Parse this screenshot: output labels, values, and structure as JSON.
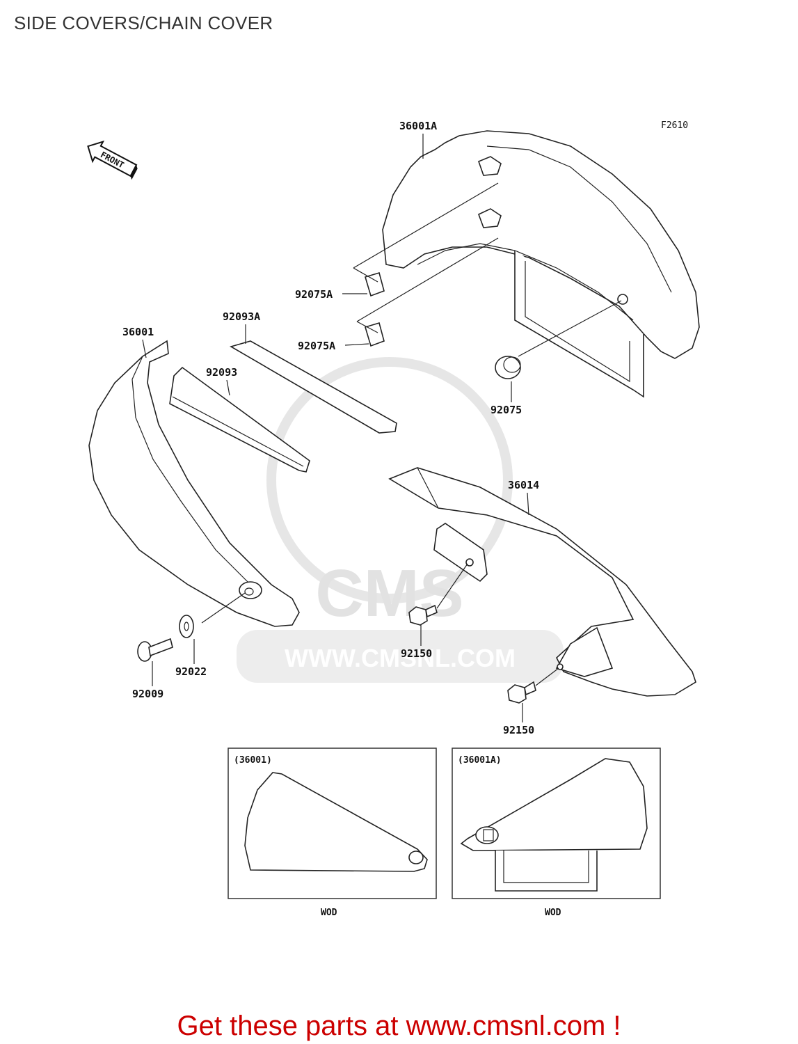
{
  "header": {
    "title": "SIDE COVERS/CHAIN COVER"
  },
  "figure": {
    "code": "F2610",
    "front_marker": "FRONT",
    "watermark_url": "WWW.CMSNL.COM",
    "watermark_logo": "CMS"
  },
  "parts": {
    "p36001A": "36001A",
    "p92075A_1": "92075A",
    "p92075A_2": "92075A",
    "p92093A": "92093A",
    "p36001": "36001",
    "p92093": "92093",
    "p92075": "92075",
    "p36014": "36014",
    "p92150_1": "92150",
    "p92150_2": "92150",
    "p92022": "92022",
    "p92009": "92009"
  },
  "insets": [
    {
      "title": "(36001)",
      "note": "WOD"
    },
    {
      "title": "(36001A)",
      "note": "WOD"
    }
  ],
  "footer": {
    "cta": "Get these parts at www.cmsnl.com !",
    "cta_color": "#cc0000"
  }
}
